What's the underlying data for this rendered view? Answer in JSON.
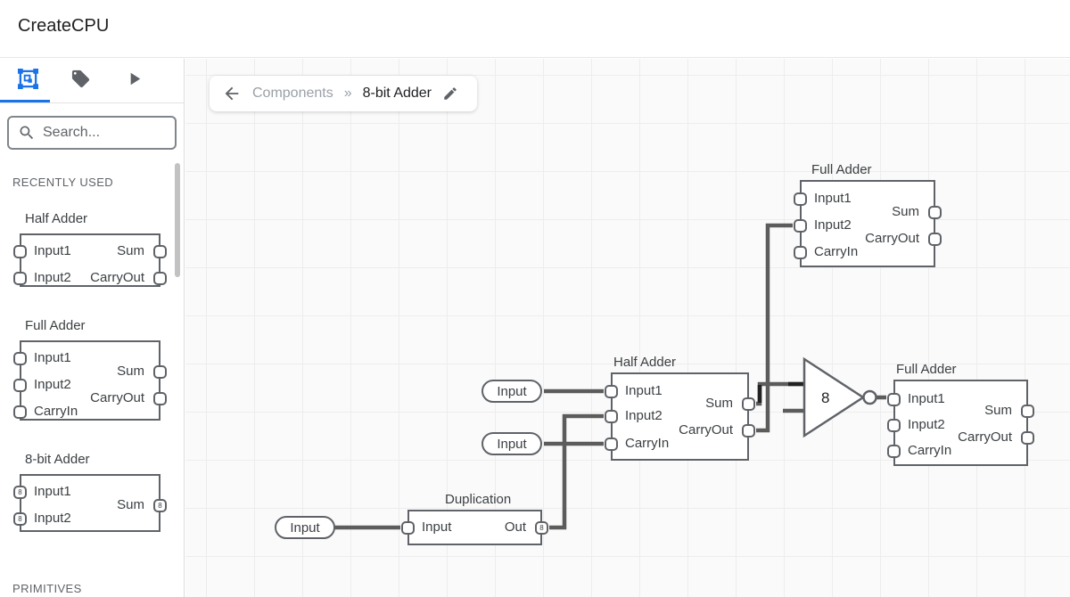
{
  "app": {
    "title": "CreateCPU"
  },
  "colors": {
    "accent": "#1a73e8",
    "node_border": "#5f6368",
    "wire": "#5c5c5c"
  },
  "sidebar": {
    "tabs": [
      {
        "name": "components",
        "active": true
      },
      {
        "name": "tags",
        "active": false
      },
      {
        "name": "run",
        "active": false
      }
    ],
    "search_placeholder": "Search...",
    "section_recent": "RECENTLY USED",
    "section_primitives": "PRIMITIVES",
    "cards": [
      {
        "title": "Half Adder",
        "left_ports": [
          {
            "label": "Input1"
          },
          {
            "label": "Input2"
          }
        ],
        "right_ports": [
          {
            "label": "Sum"
          },
          {
            "label": "CarryOut"
          }
        ]
      },
      {
        "title": "Full Adder",
        "left_ports": [
          {
            "label": "Input1"
          },
          {
            "label": "Input2"
          },
          {
            "label": "CarryIn"
          }
        ],
        "right_ports": [
          {
            "label": "Sum"
          },
          {
            "label": "CarryOut"
          }
        ]
      },
      {
        "title": "8-bit Adder",
        "left_ports": [
          {
            "label": "Input1",
            "badge": "8"
          },
          {
            "label": "Input2",
            "badge": "8"
          }
        ],
        "right_ports": [
          {
            "label": "Sum",
            "badge": "8"
          }
        ]
      }
    ]
  },
  "breadcrumb": {
    "parent": "Components",
    "separator": "»",
    "current": "8-bit Adder"
  },
  "canvas": {
    "nodes": {
      "full_adder_top": {
        "title": "Full Adder",
        "left_ports": [
          {
            "label": "Input1"
          },
          {
            "label": "Input2"
          },
          {
            "label": "CarryIn"
          }
        ],
        "right_ports": [
          {
            "label": "Sum"
          },
          {
            "label": "CarryOut"
          }
        ]
      },
      "half_adder": {
        "title": "Half Adder",
        "left_ports": [
          {
            "label": "Input1"
          },
          {
            "label": "Input2"
          },
          {
            "label": "CarryIn"
          }
        ],
        "right_ports": [
          {
            "label": "Sum"
          },
          {
            "label": "CarryOut"
          }
        ]
      },
      "duplication": {
        "title": "Duplication",
        "left_ports": [
          {
            "label": "Input"
          }
        ],
        "right_ports": [
          {
            "label": "Out",
            "badge": "8"
          }
        ]
      },
      "full_adder_right": {
        "title": "Full Adder",
        "left_ports": [
          {
            "label": "Input1"
          },
          {
            "label": "Input2"
          },
          {
            "label": "CarryIn"
          }
        ],
        "right_ports": [
          {
            "label": "Sum"
          },
          {
            "label": "CarryOut"
          }
        ]
      },
      "buffer_gate": {
        "label": "8"
      }
    },
    "inputs": [
      {
        "label": "Input"
      },
      {
        "label": "Input"
      },
      {
        "label": "Input"
      }
    ]
  }
}
